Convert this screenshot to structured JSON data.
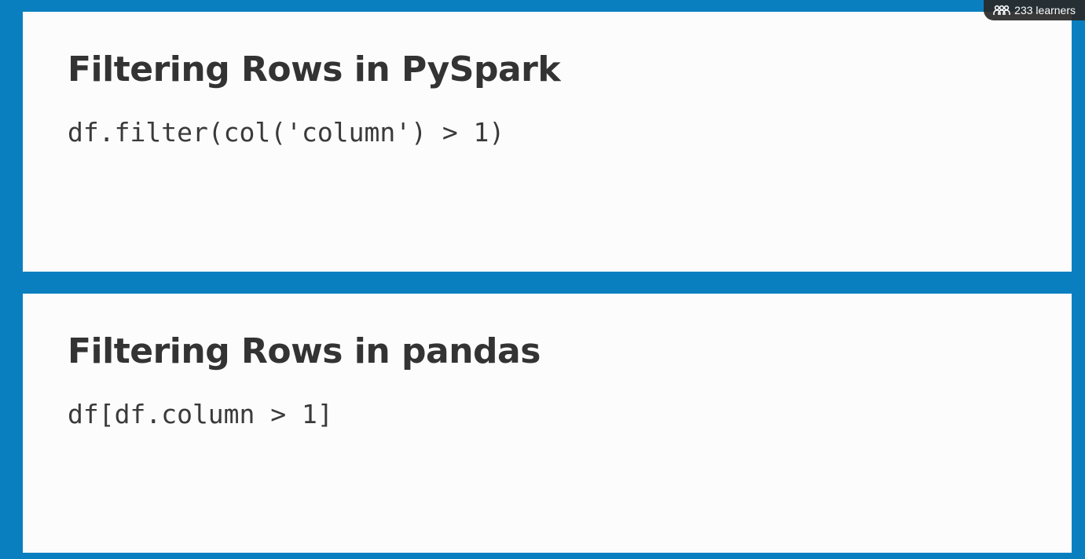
{
  "badge": {
    "icon": "people-icon",
    "count_text": "233 learners"
  },
  "slides": [
    {
      "title": "Filtering Rows in PySpark",
      "code": "df.filter(col('column') > 1)"
    },
    {
      "title": "Filtering Rows in pandas",
      "code": "df[df.column > 1]"
    }
  ],
  "colors": {
    "frame_background": "#0a7fc0",
    "panel_background": "#fcfcfc",
    "title_text": "#333333",
    "code_text": "#3a3a3a",
    "badge_background": "#282828"
  }
}
